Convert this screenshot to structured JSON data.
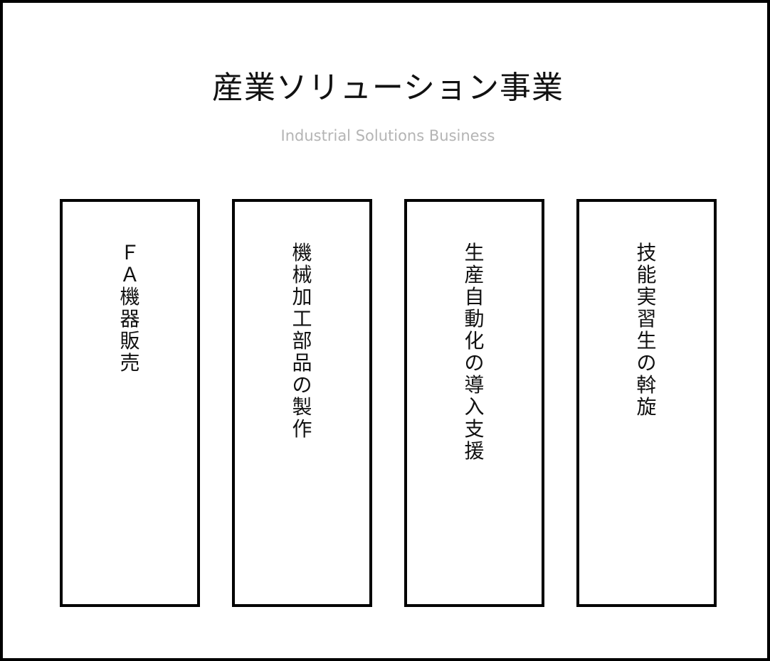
{
  "header": {
    "title": "産業ソリューション事業",
    "subtitle": "Industrial Solutions Business"
  },
  "boxes": [
    {
      "label": "ＦＡ機器販売",
      "chars": [
        "Ｆ",
        "Ａ",
        "機",
        "器",
        "販",
        "売"
      ]
    },
    {
      "label": "機械加工部品の製作",
      "chars": [
        "機",
        "械",
        "加",
        "工",
        "部",
        "品",
        "の",
        "製",
        "作"
      ]
    },
    {
      "label": "生産自動化の導入支援",
      "chars": [
        "生",
        "産",
        "自",
        "動",
        "化",
        "の",
        "導",
        "入",
        "支",
        "援"
      ]
    },
    {
      "label": "技能実習生の斡旋",
      "chars": [
        "技",
        "能",
        "実",
        "習",
        "生",
        "の",
        "斡",
        "旋"
      ]
    }
  ],
  "colors": {
    "border": "#000000",
    "title": "#111111",
    "subtitle": "#b4b4b4",
    "background": "#ffffff"
  }
}
